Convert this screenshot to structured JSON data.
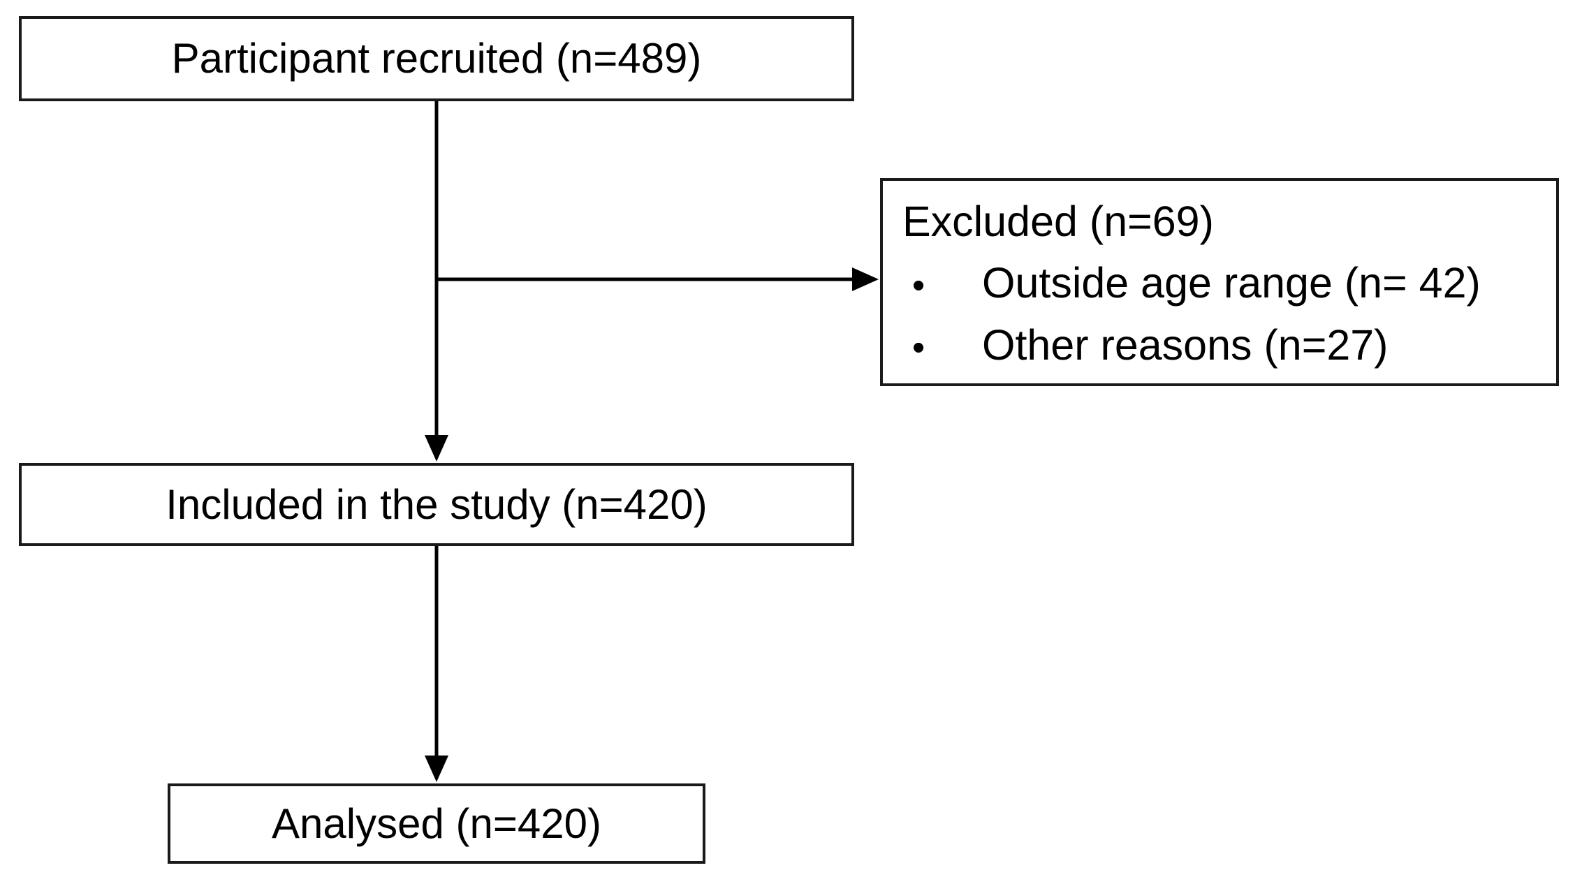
{
  "diagram": {
    "type": "flowchart",
    "background_color": "#ffffff",
    "box_border_color": "#1a1a1a",
    "line_color": "#000000",
    "text_color": "#000000",
    "bullet_char": "•",
    "nodes": {
      "recruited": {
        "label": "Participant recruited (n=489)"
      },
      "excluded": {
        "title": "Excluded (n=69)",
        "items": [
          "Outside age range (n= 42)",
          "Other reasons (n=27)"
        ]
      },
      "included": {
        "label": "Included in the study (n=420)"
      },
      "analysed": {
        "label": "Analysed (n=420)"
      }
    },
    "edges": [
      {
        "from": "recruited",
        "to": "included"
      },
      {
        "from": "recruited",
        "to": "excluded"
      },
      {
        "from": "included",
        "to": "analysed"
      }
    ]
  }
}
